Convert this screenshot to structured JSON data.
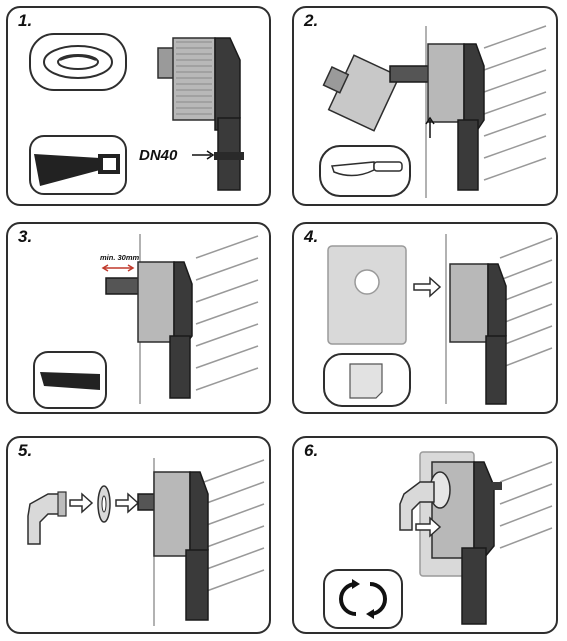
{
  "steps": [
    {
      "number": "1.",
      "pipe_label": "DN40"
    },
    {
      "number": "2."
    },
    {
      "number": "3.",
      "measure_label": "min. 30mm"
    },
    {
      "number": "4."
    },
    {
      "number": "5."
    },
    {
      "number": "6."
    }
  ],
  "colors": {
    "outline": "#2e2e2e",
    "body_gray": "#b8b8b8",
    "dark_part": "#3a3a3a",
    "measure_arrow": "#c0392b",
    "cover_plate": "#d9d9d9"
  },
  "icons": [
    "gasket-icon",
    "saw-icon",
    "knife-icon",
    "tile-edge-icon",
    "square-sheet-icon",
    "rotate-arrows-icon",
    "arrow-right-icon",
    "arrow-up-icon",
    "elbow-connector-icon",
    "seal-ring-icon"
  ]
}
